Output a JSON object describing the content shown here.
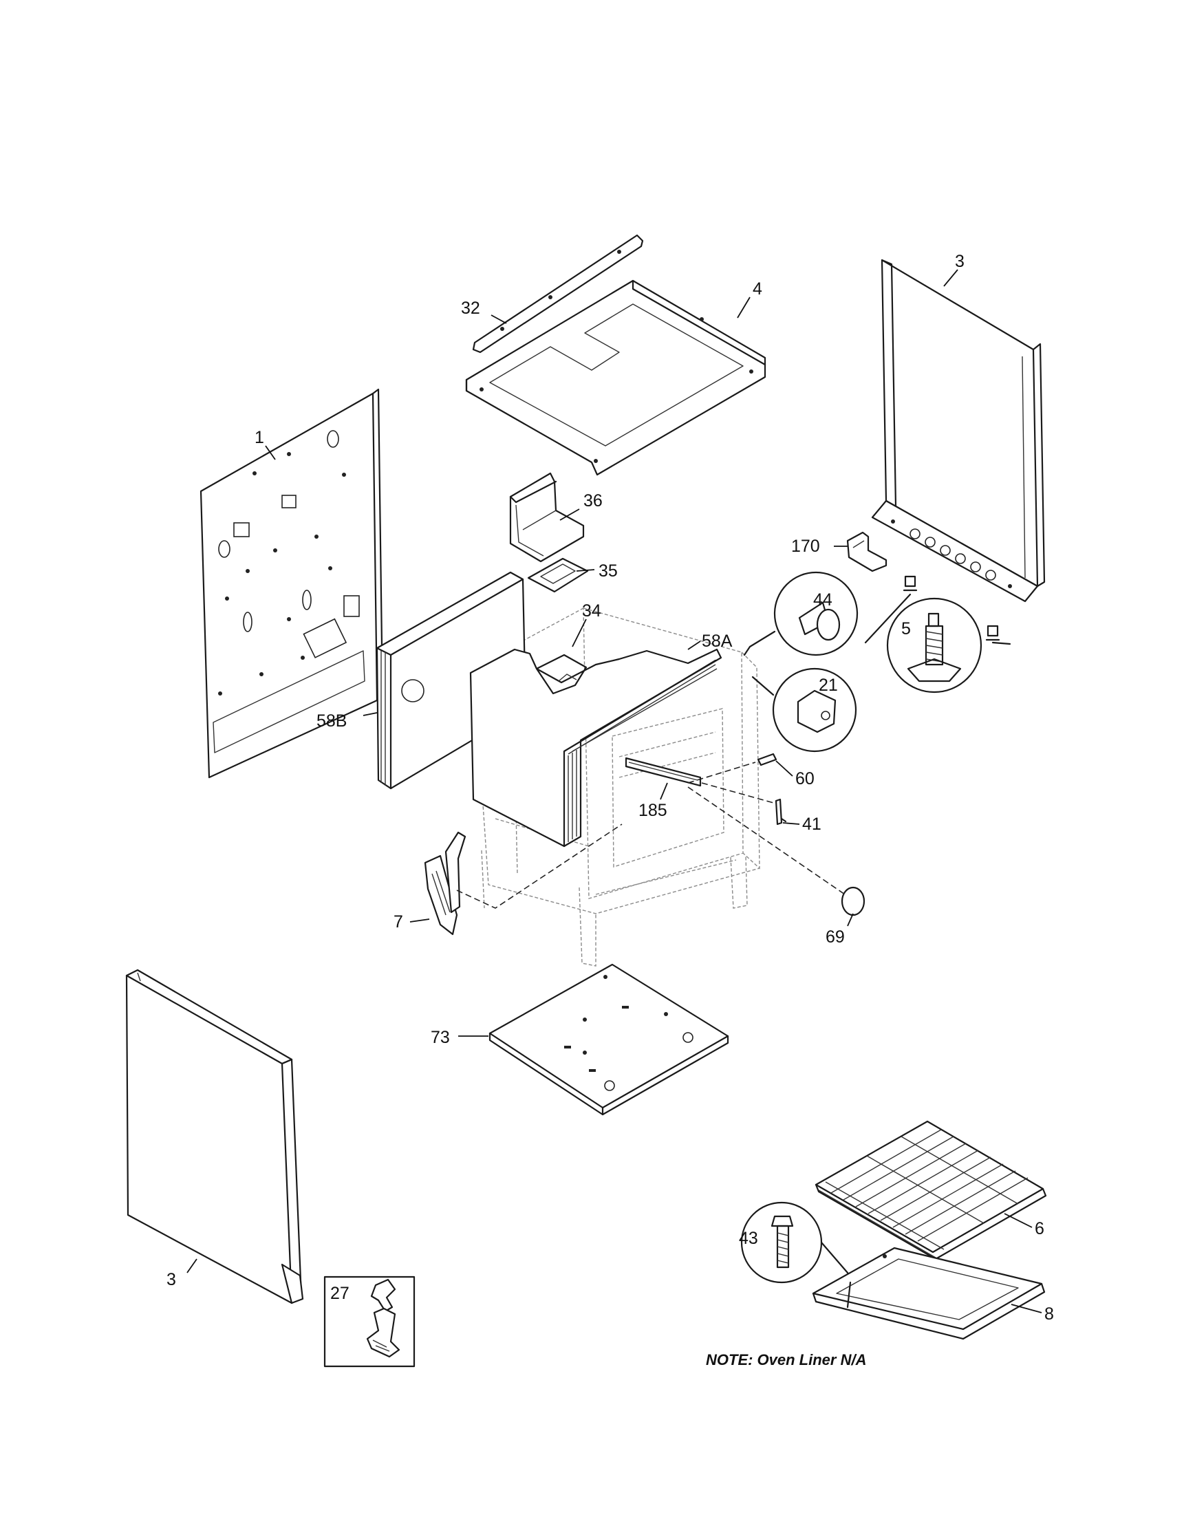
{
  "callouts": {
    "c1": "1",
    "c3_top": "3",
    "c3_bottom": "3",
    "c4": "4",
    "c5": "5",
    "c6": "6",
    "c7": "7",
    "c8": "8",
    "c21": "21",
    "c27": "27",
    "c32": "32",
    "c34": "34",
    "c35": "35",
    "c36": "36",
    "c41": "41",
    "c43": "43",
    "c44": "44",
    "c58a": "58A",
    "c58b": "58B",
    "c60": "60",
    "c69": "69",
    "c73": "73",
    "c170": "170",
    "c185": "185"
  },
  "note": "NOTE: Oven Liner N/A"
}
